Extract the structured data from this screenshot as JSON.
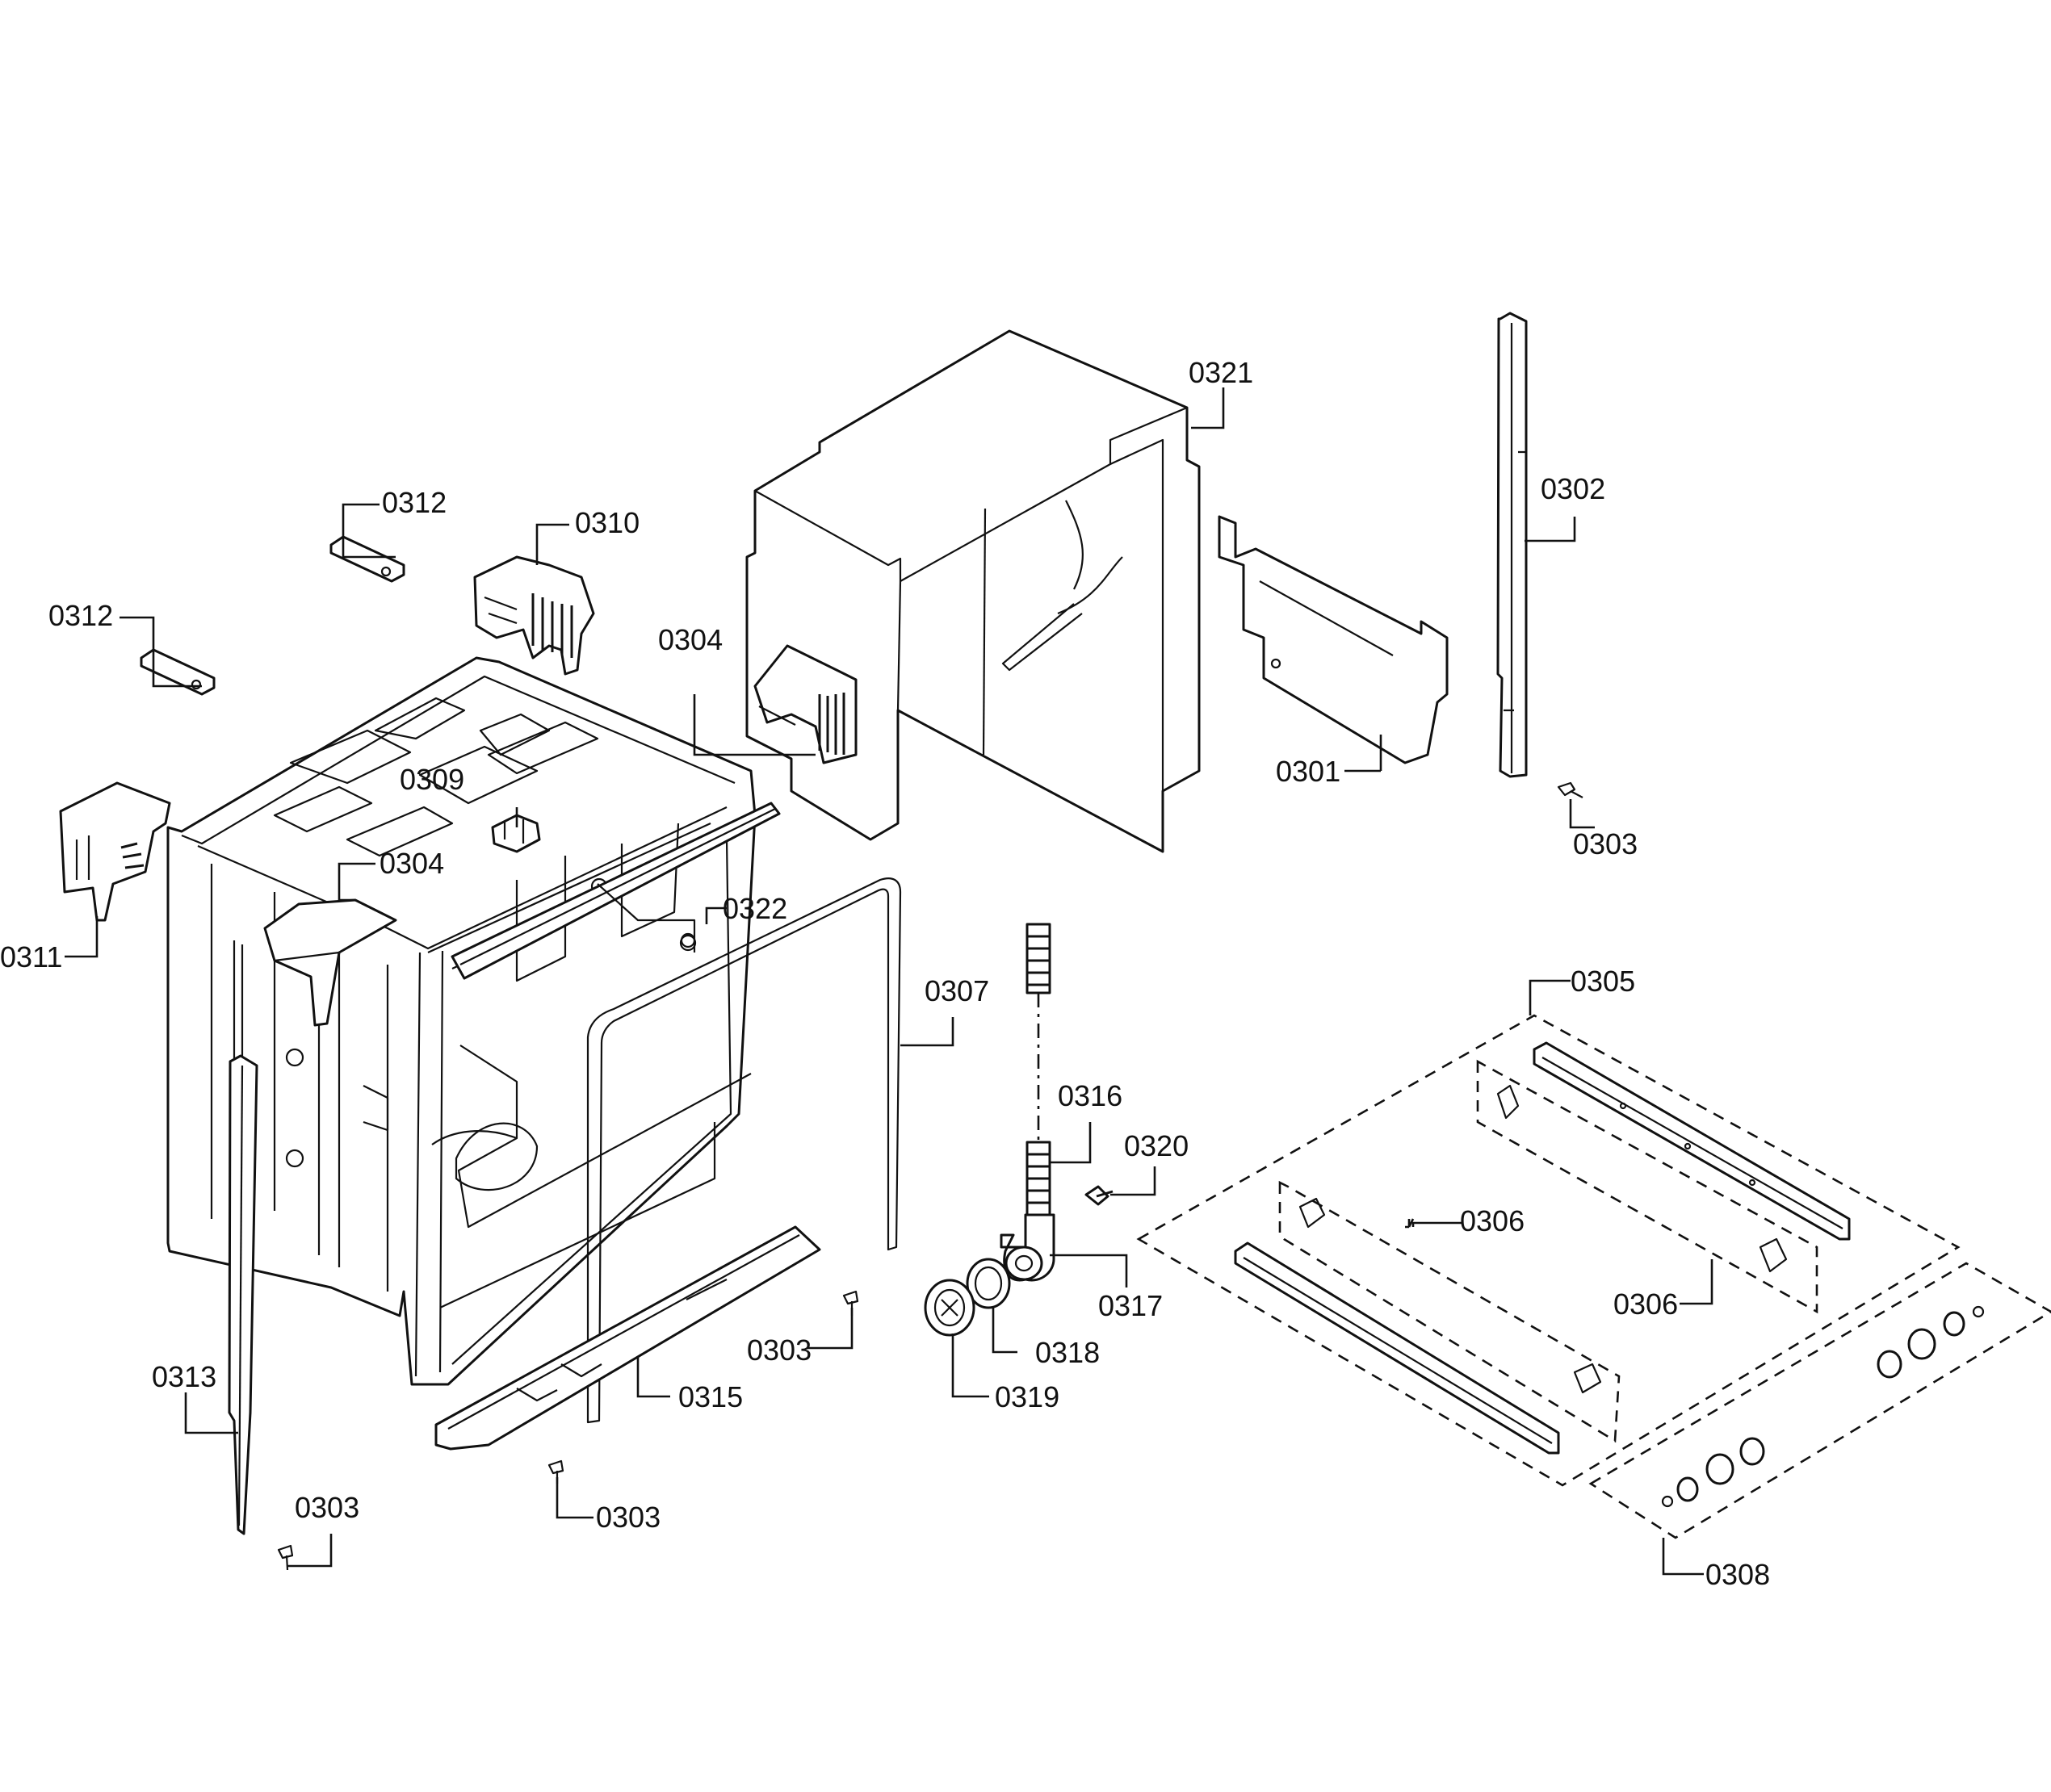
{
  "callouts": [
    {
      "id": "c0301",
      "label": "0301"
    },
    {
      "id": "c0302",
      "label": "0302"
    },
    {
      "id": "c0303a",
      "label": "0303"
    },
    {
      "id": "c0303b",
      "label": "0303"
    },
    {
      "id": "c0303c",
      "label": "0303"
    },
    {
      "id": "c0303d",
      "label": "0303"
    },
    {
      "id": "c0304a",
      "label": "0304"
    },
    {
      "id": "c0304b",
      "label": "0304"
    },
    {
      "id": "c0305",
      "label": "0305"
    },
    {
      "id": "c0306a",
      "label": "0306"
    },
    {
      "id": "c0306b",
      "label": "0306"
    },
    {
      "id": "c0307",
      "label": "0307"
    },
    {
      "id": "c0308",
      "label": "0308"
    },
    {
      "id": "c0309",
      "label": "0309"
    },
    {
      "id": "c0310",
      "label": "0310"
    },
    {
      "id": "c0311",
      "label": "0311"
    },
    {
      "id": "c0312a",
      "label": "0312"
    },
    {
      "id": "c0312b",
      "label": "0312"
    },
    {
      "id": "c0313",
      "label": "0313"
    },
    {
      "id": "c0315",
      "label": "0315"
    },
    {
      "id": "c0316",
      "label": "0316"
    },
    {
      "id": "c0317",
      "label": "0317"
    },
    {
      "id": "c0318",
      "label": "0318"
    },
    {
      "id": "c0319",
      "label": "0319"
    },
    {
      "id": "c0320",
      "label": "0320"
    },
    {
      "id": "c0321",
      "label": "0321"
    },
    {
      "id": "c0322",
      "label": "0322"
    }
  ]
}
